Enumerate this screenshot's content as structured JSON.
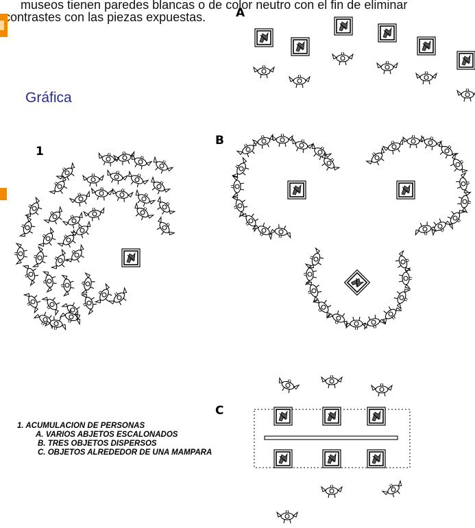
{
  "intro": {
    "line1": "museos tienen paredes blancas o de color neutro con el fin de eliminar",
    "line2": "contrastes con las piezas expuestas."
  },
  "heading": "Gráfica",
  "labels": {
    "one": "1",
    "a": "A",
    "b": "B",
    "c": "C"
  },
  "legend": {
    "title": "1. ACUMULACION DE PERSONAS",
    "items": [
      "A. VARIOS ABJETOS ESCALONADOS",
      "B. TRES OBJETOS DISPERSOS",
      "C. OBJETOS ALREDEDOR DE UNA MAMPARA"
    ]
  },
  "colors": {
    "accent": "#2a2d8a",
    "marker": "#f08a00",
    "ink": "#000000"
  },
  "icons": {
    "exhibit": "framed-artwork-icon",
    "visitor": "visitor-topdown-icon"
  }
}
